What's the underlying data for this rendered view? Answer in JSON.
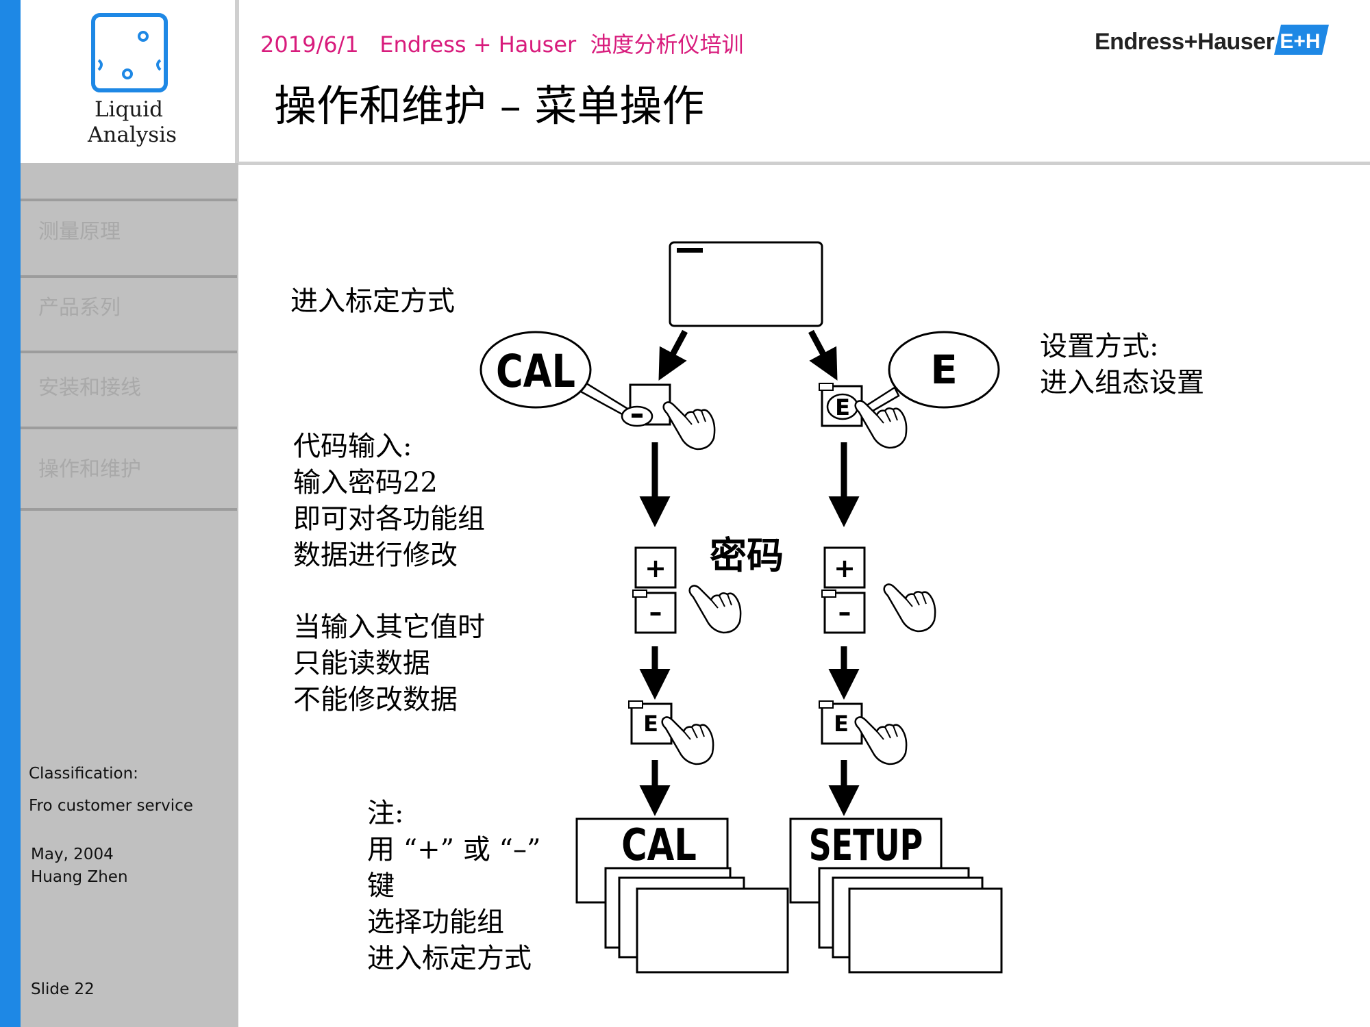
{
  "header": {
    "date": "2019/6/1",
    "brand_text": "Endress + Hauser",
    "course": "浊度分析仪培训",
    "title": "操作和维护 – 菜单操作",
    "brand_name": "Endress+Hauser",
    "brand_mark": "E+H"
  },
  "logo": {
    "line1": "Liquid",
    "line2": "Analysis"
  },
  "sidebar": {
    "items": [
      {
        "label": "测量原理"
      },
      {
        "label": "产品系列"
      },
      {
        "label": "安装和接线"
      },
      {
        "label": "操作和维护"
      }
    ],
    "classification_label": "Classification:",
    "classification_value": "Fro customer service",
    "date": "May, 2004",
    "author": "Huang Zhen",
    "slide": "Slide 22"
  },
  "notes": {
    "cal_mode": "进入标定方式",
    "setup_line1": "设置方式:",
    "setup_line2": "进入组态设置",
    "code_line1": "代码输入:",
    "code_line2": "输入密码22",
    "code_line3": "即可对各功能组",
    "code_line4": "数据进行修改",
    "other_line1": "当输入其它值时",
    "other_line2": "只能读数据",
    "other_line3": "不能修改数据",
    "note_line1": "注:",
    "note_line2": "用 “+” 或 “–”",
    "note_line3": "键",
    "note_line4": "选择功能组",
    "note_line5": "进入标定方式"
  },
  "diagram": {
    "cal_bubble": "CAL",
    "e_bubble": "E",
    "password_label": "密码",
    "plus_key": "+",
    "minus_key": "–",
    "enter_key": "E",
    "cal_menu": "CAL",
    "setup_menu": "SETUP"
  },
  "colors": {
    "accent_blue": "#1e88e5",
    "header_magenta": "#d81b7c",
    "sidebar_gray": "#c0c0c0",
    "nav_text_gray": "#a9a9a9"
  }
}
